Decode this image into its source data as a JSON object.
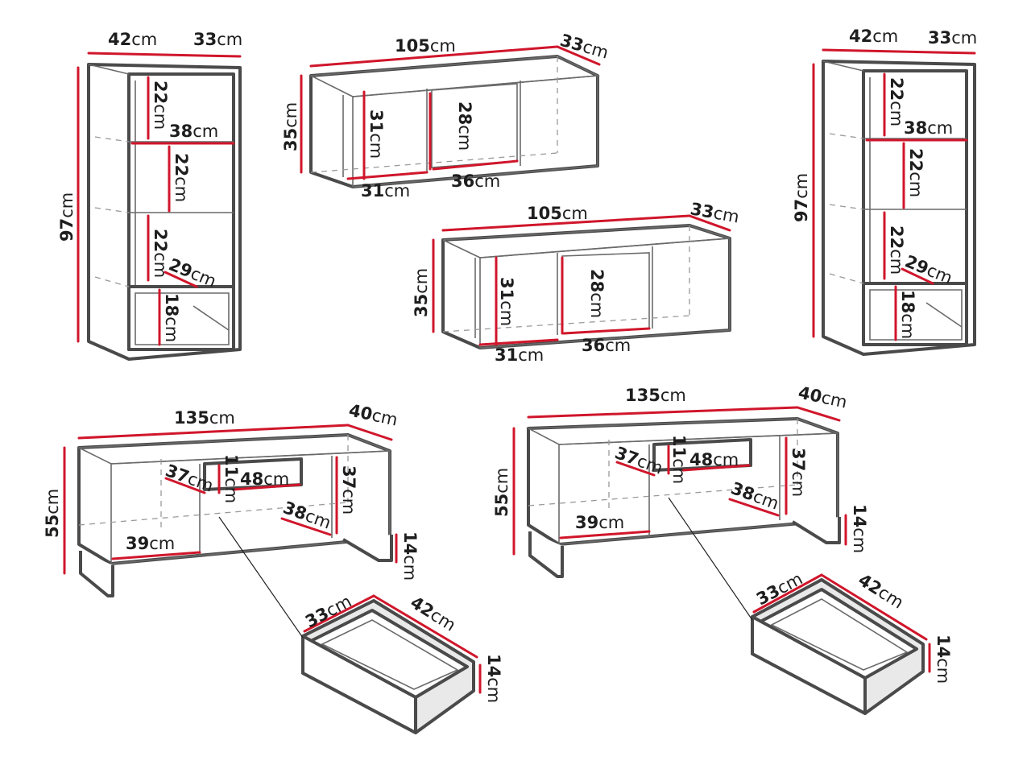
{
  "colors": {
    "outline": "#4a4a4a",
    "dimension": "#d0162b",
    "text": "#1e1e1e",
    "background": "#ffffff"
  },
  "labels": {
    "tl_w": {
      "value": "42",
      "unit": "cm"
    },
    "tl_d": {
      "value": "33",
      "unit": "cm"
    },
    "tl_h": {
      "value": "97",
      "unit": "cm"
    },
    "tl_s1": {
      "value": "22",
      "unit": "cm"
    },
    "tl_iw": {
      "value": "38",
      "unit": "cm"
    },
    "tl_s2": {
      "value": "22",
      "unit": "cm"
    },
    "tl_s3": {
      "value": "22",
      "unit": "cm"
    },
    "tl_id": {
      "value": "29",
      "unit": "cm"
    },
    "tl_s4": {
      "value": "18",
      "unit": "cm"
    },
    "tr_w": {
      "value": "42",
      "unit": "cm"
    },
    "tr_d": {
      "value": "33",
      "unit": "cm"
    },
    "tr_h": {
      "value": "97",
      "unit": "cm"
    },
    "tr_s1": {
      "value": "22",
      "unit": "cm"
    },
    "tr_iw": {
      "value": "38",
      "unit": "cm"
    },
    "tr_s2": {
      "value": "22",
      "unit": "cm"
    },
    "tr_s3": {
      "value": "22",
      "unit": "cm"
    },
    "tr_id": {
      "value": "29",
      "unit": "cm"
    },
    "tr_s4": {
      "value": "18",
      "unit": "cm"
    },
    "wa_w": {
      "value": "105",
      "unit": "cm"
    },
    "wa_d": {
      "value": "33",
      "unit": "cm"
    },
    "wa_h": {
      "value": "35",
      "unit": "cm"
    },
    "wa_ih": {
      "value": "31",
      "unit": "cm"
    },
    "wa_ih2": {
      "value": "28",
      "unit": "cm"
    },
    "wa_iw": {
      "value": "31",
      "unit": "cm"
    },
    "wa_iw2": {
      "value": "36",
      "unit": "cm"
    },
    "wb_w": {
      "value": "105",
      "unit": "cm"
    },
    "wb_d": {
      "value": "33",
      "unit": "cm"
    },
    "wb_h": {
      "value": "35",
      "unit": "cm"
    },
    "wb_ih": {
      "value": "31",
      "unit": "cm"
    },
    "wb_ih2": {
      "value": "28",
      "unit": "cm"
    },
    "wb_iw": {
      "value": "31",
      "unit": "cm"
    },
    "wb_iw2": {
      "value": "36",
      "unit": "cm"
    },
    "sl_w": {
      "value": "135",
      "unit": "cm"
    },
    "sl_d": {
      "value": "40",
      "unit": "cm"
    },
    "sl_h": {
      "value": "55",
      "unit": "cm"
    },
    "sl_a": {
      "value": "37",
      "unit": "cm"
    },
    "sl_b": {
      "value": "11",
      "unit": "cm"
    },
    "sl_c": {
      "value": "48",
      "unit": "cm"
    },
    "sl_e": {
      "value": "37",
      "unit": "cm"
    },
    "sl_f": {
      "value": "38",
      "unit": "cm"
    },
    "sl_g": {
      "value": "39",
      "unit": "cm"
    },
    "sl_leg": {
      "value": "14",
      "unit": "cm"
    },
    "sr_w": {
      "value": "135",
      "unit": "cm"
    },
    "sr_d": {
      "value": "40",
      "unit": "cm"
    },
    "sr_h": {
      "value": "55",
      "unit": "cm"
    },
    "sr_a": {
      "value": "37",
      "unit": "cm"
    },
    "sr_b": {
      "value": "11",
      "unit": "cm"
    },
    "sr_c": {
      "value": "48",
      "unit": "cm"
    },
    "sr_e": {
      "value": "37",
      "unit": "cm"
    },
    "sr_f": {
      "value": "38",
      "unit": "cm"
    },
    "sr_g": {
      "value": "39",
      "unit": "cm"
    },
    "sr_leg": {
      "value": "14",
      "unit": "cm"
    },
    "dl_d": {
      "value": "33",
      "unit": "cm"
    },
    "dl_w": {
      "value": "42",
      "unit": "cm"
    },
    "dl_h": {
      "value": "14",
      "unit": "cm"
    },
    "dr_d": {
      "value": "33",
      "unit": "cm"
    },
    "dr_w": {
      "value": "42",
      "unit": "cm"
    },
    "dr_h": {
      "value": "14",
      "unit": "cm"
    }
  }
}
